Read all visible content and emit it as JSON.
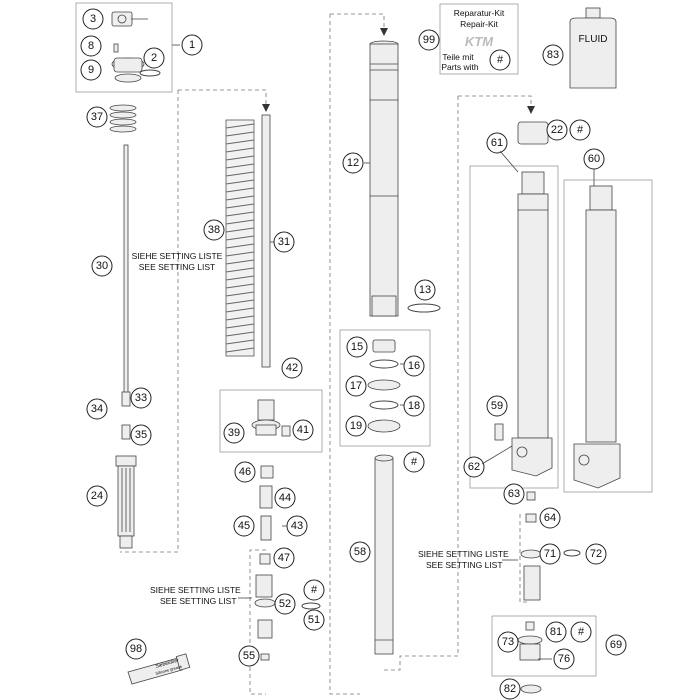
{
  "callouts": {
    "c1": "1",
    "c2": "2",
    "c3": "3",
    "c8": "8",
    "c9": "9",
    "c12": "12",
    "c13": "13",
    "c15": "15",
    "c16": "16",
    "c17": "17",
    "c18": "18",
    "c19": "19",
    "c22": "22",
    "c24": "24",
    "c30": "30",
    "c31": "31",
    "c33": "33",
    "c34": "34",
    "c35": "35",
    "c37": "37",
    "c38": "38",
    "c39": "39",
    "c41": "41",
    "c42": "42",
    "c43": "43",
    "c44": "44",
    "c45": "45",
    "c46": "46",
    "c47": "47",
    "c51": "51",
    "c52": "52",
    "c55": "55",
    "c58": "58",
    "c59": "59",
    "c60": "60",
    "c61": "61",
    "c62": "62",
    "c63": "63",
    "c64": "64",
    "c69": "69",
    "c71": "71",
    "c72": "72",
    "c73": "73",
    "c76": "76",
    "c81": "81",
    "c82": "82",
    "c83": "83",
    "c98": "98",
    "c99": "99",
    "hash": "#"
  },
  "setting_note": {
    "line1": "SIEHE SETTING LISTE",
    "line2": "SEE SETTING LIST"
  },
  "repair_kit": {
    "line1": "Reparatur-Kit",
    "line2": "Repair-Kit",
    "line3": "Teile mit",
    "line4": "Parts with",
    "logo": "KTM"
  },
  "fluid_label": "FLUID",
  "tube_label_a": "Siebeluber",
  "tube_label_b": "Silicone grease"
}
